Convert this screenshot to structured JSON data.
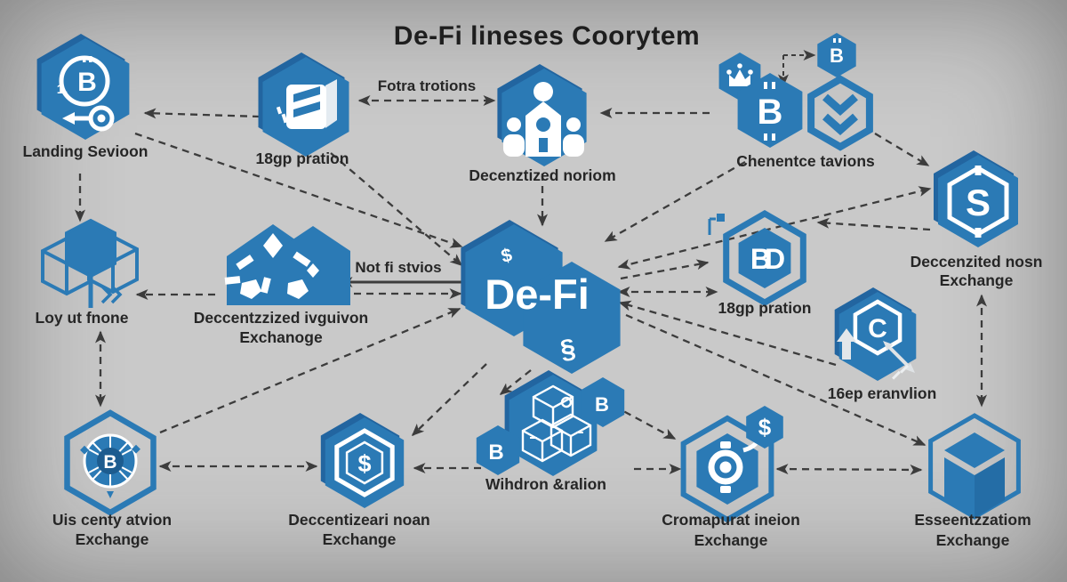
{
  "title": "De-Fi lineses Coorytem",
  "colors": {
    "background": "#c9c9c9",
    "primary": "#2b7ab5",
    "primary_dark": "#2265a0",
    "label_text": "#262626",
    "arrow": "#3c3c3c",
    "icon_white": "#ffffff"
  },
  "edge_labels": {
    "fotra": "Fotra trotions",
    "notfi": "Not fi stvios"
  },
  "nodes": {
    "landing": {
      "label": "Landing Sevioon",
      "icon": "bitcoin-lending-magnifier-icon"
    },
    "integration_top": {
      "label": "18gp pration",
      "icon": "striped-cube-icon"
    },
    "noriom": {
      "label": "Decenztized noriom",
      "icon": "people-group-icon"
    },
    "chenentce": {
      "label": "Chenentce tavions",
      "icon": "bitcoin-crown-chevron-cluster-icon"
    },
    "nosn": {
      "label": "Deccenzited nosn",
      "label2": "Exchange",
      "icon": "currency-s-hexagon-icon"
    },
    "defi": {
      "label": "De-Fi",
      "icon": "double-hexagon-hub-icon"
    },
    "ivguivon": {
      "label": "Deccentzzized ivguivon",
      "label2": "Exchanoge",
      "icon": "shattered-fragments-icon"
    },
    "loy": {
      "label": "Loy ut fnone",
      "icon": "wireframe-cubes-icon"
    },
    "integration_right": {
      "label": "18gp pration",
      "icon": "bd-hexagon-icon"
    },
    "eranvlion": {
      "label": "16ep eranvlion",
      "icon": "c-hexagon-arrows-icon"
    },
    "uis": {
      "label": "Uis centy atvion",
      "label2": "Exchange",
      "icon": "faceted-globe-bitcoin-icon"
    },
    "noan": {
      "label": "Deccentizeari noan",
      "label2": "Exchange",
      "icon": "nested-hexagon-dollar-icon"
    },
    "wihdron": {
      "label": "Wihdron &ralion",
      "icon": "stacked-wireframe-boxes-icon"
    },
    "cromapurat": {
      "label": "Cromapurat ineion",
      "label2": "Exchange",
      "icon": "target-ring-dollar-icon"
    },
    "esseentzz": {
      "label": "Esseentzzatiom",
      "label2": "Exchange",
      "icon": "isometric-cube-icon"
    }
  },
  "glyphs": {
    "defi": "De-Fi",
    "b": "B",
    "c": "C",
    "s": "S",
    "dollar": "$",
    "section": "§",
    "bd": "BD",
    "one": "1.",
    "dollar_small": "$"
  }
}
